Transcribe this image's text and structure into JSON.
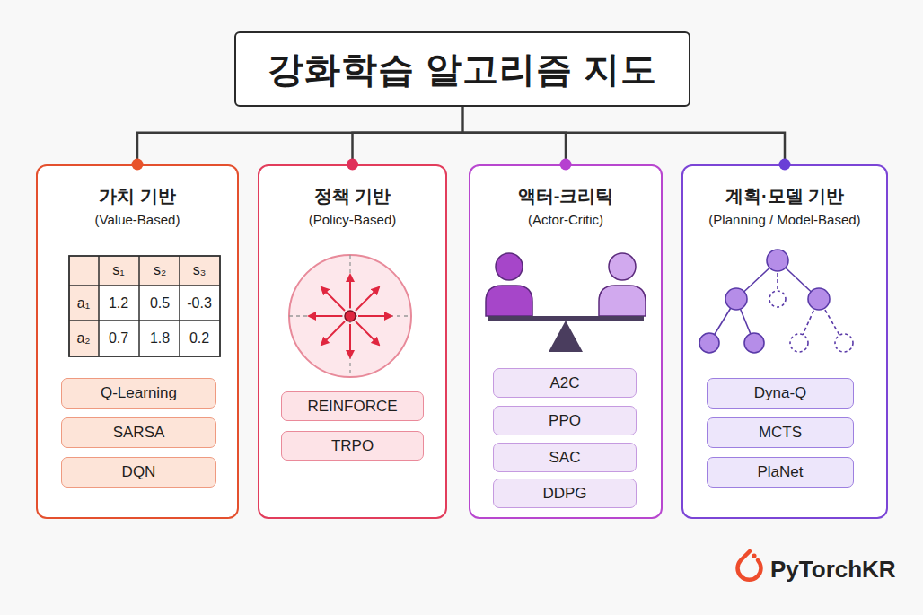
{
  "diagram": {
    "nodes": [
      {
        "text": [
          "강화학습 알고리즘 지도"
        ]
      },
      {
        "text": [
          "가치 기반",
          "(Value-Based)"
        ]
      },
      {
        "text": [
          "Q-Learning"
        ],
        "in": 1
      },
      {
        "text": [
          "SARSA"
        ],
        "in": 1
      },
      {
        "text": [
          "DQN"
        ],
        "in": 1
      },
      {
        "text": [
          "정책 기반",
          "(Policy-Based)"
        ]
      },
      {
        "text": [
          "REINFORCE"
        ],
        "in": 5
      },
      {
        "text": [
          "TRPO"
        ],
        "in": 5
      },
      {
        "text": [
          "액터-크리틱",
          "(Actor-Critic)"
        ]
      },
      {
        "text": [
          "A2C"
        ],
        "in": 8
      },
      {
        "text": [
          "PPO"
        ],
        "in": 8
      },
      {
        "text": [
          "SAC"
        ],
        "in": 8
      },
      {
        "text": [
          "DDPG"
        ],
        "in": 8
      },
      {
        "text": [
          "계획·모델 기반",
          "(Planning / Model-Based)"
        ]
      },
      {
        "text": [
          "Dyna-Q"
        ],
        "in": 13
      },
      {
        "text": [
          "MCTS"
        ],
        "in": 13
      },
      {
        "text": [
          "PlaNet"
        ],
        "in": 13
      }
    ],
    "edges": [
      {
        "from": 0,
        "to": 1,
        "arrow": "none"
      },
      {
        "from": 0,
        "to": 5,
        "arrow": "none"
      },
      {
        "from": 0,
        "to": 8,
        "arrow": "none"
      },
      {
        "from": 0,
        "to": 13,
        "arrow": "none"
      }
    ],
    "labels": [
      "s₁",
      "s₂",
      "s₃",
      "a₁",
      "1.2",
      "0.5",
      "-0.3",
      "a₂",
      "0.7",
      "1.8",
      "0.2",
      "PyTorchKR"
    ]
  }
}
